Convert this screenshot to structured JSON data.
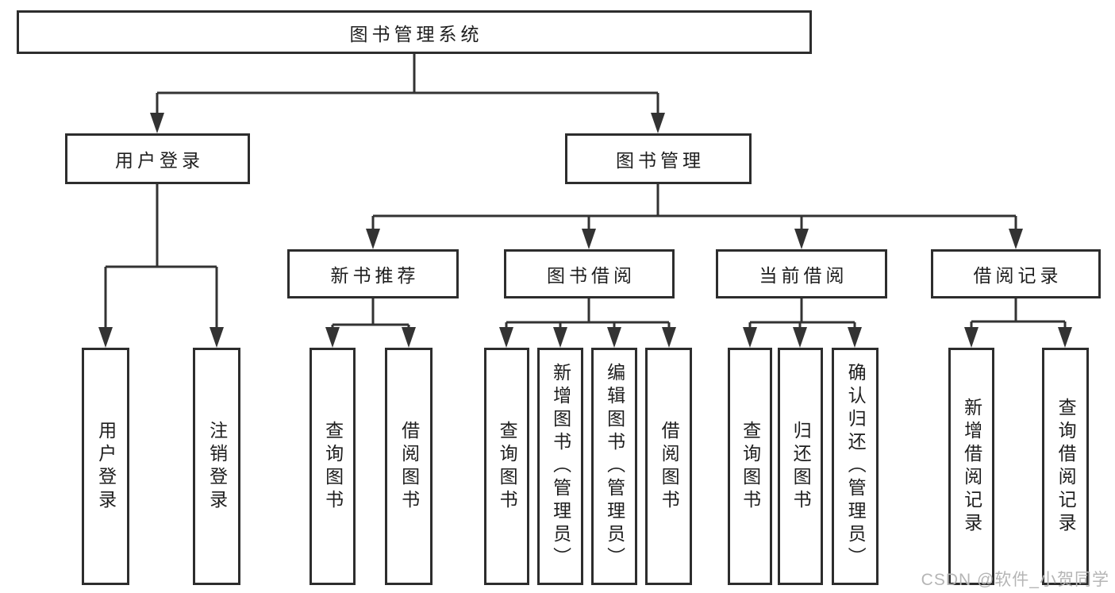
{
  "diagram": {
    "type": "hierarchy-tree",
    "title": "图书管理系统",
    "structure": {
      "root": "图书管理系统",
      "children": [
        {
          "label": "用户登录",
          "children": [
            "用户登录",
            "注销登录"
          ]
        },
        {
          "label": "图书管理",
          "children": [
            {
              "label": "新书推荐",
              "children": [
                "查询图书",
                "借阅图书"
              ]
            },
            {
              "label": "图书借阅",
              "children": [
                "查询图书",
                "新增图书（管理员）",
                "编辑图书（管理员）",
                "借阅图书"
              ]
            },
            {
              "label": "当前借阅",
              "children": [
                "查询图书",
                "归还图书",
                "确认归还（管理员）"
              ]
            },
            {
              "label": "借阅记录",
              "children": [
                "新增借阅记录",
                "查询借阅记录"
              ]
            }
          ]
        }
      ]
    }
  },
  "nodes": {
    "root": {
      "label": "图书管理系统"
    },
    "user_login": {
      "label": "用户登录"
    },
    "book_mgmt": {
      "label": "图书管理"
    },
    "new_book": {
      "label": "新书推荐"
    },
    "book_borrow": {
      "label": "图书借阅"
    },
    "current_borrow": {
      "label": "当前借阅"
    },
    "borrow_record": {
      "label": "借阅记录"
    },
    "leaf_user_login": {
      "label": "用户登录"
    },
    "leaf_logout": {
      "label": "注销登录"
    },
    "leaf_nb_query": {
      "label": "查询图书"
    },
    "leaf_nb_borrow": {
      "label": "借阅图书"
    },
    "leaf_bb_query": {
      "label": "查询图书"
    },
    "leaf_bb_add": {
      "label": "新增图书（管理员）"
    },
    "leaf_bb_edit": {
      "label": "编辑图书（管理员）"
    },
    "leaf_bb_borrow": {
      "label": "借阅图书"
    },
    "leaf_cb_query": {
      "label": "查询图书"
    },
    "leaf_cb_return": {
      "label": "归还图书"
    },
    "leaf_cb_confirm": {
      "label": "确认归还（管理员）"
    },
    "leaf_br_add": {
      "label": "新增借阅记录"
    },
    "leaf_br_query": {
      "label": "查询借阅记录"
    }
  },
  "watermark": "CSDN @软件_小贺同学",
  "colors": {
    "line": "#333333",
    "box_border": "#2d2d2d",
    "box_fill": "#ffffff",
    "text": "#1e1e1e",
    "watermark": "#b5b5b5"
  }
}
